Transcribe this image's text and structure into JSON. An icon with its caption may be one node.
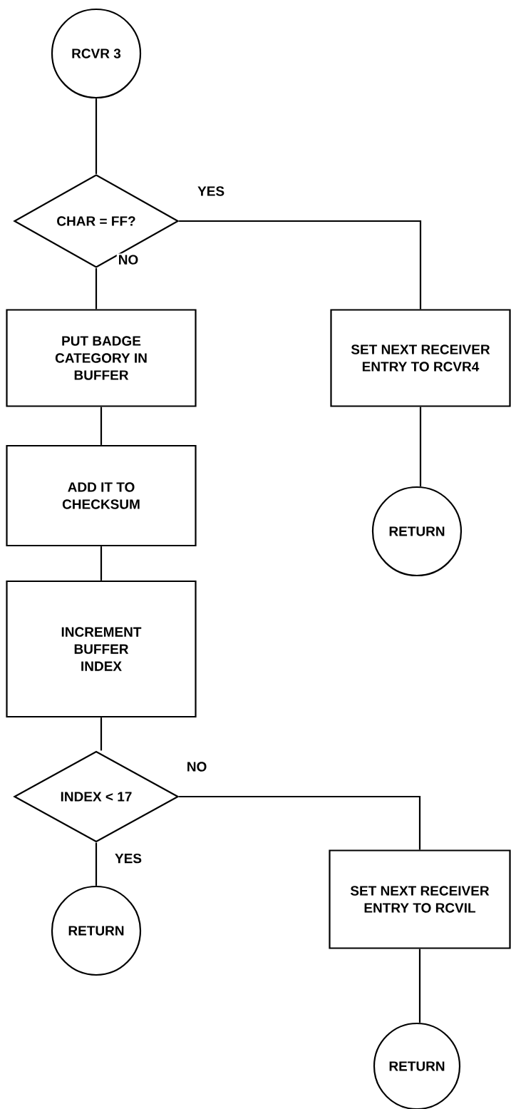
{
  "diagram": {
    "nodes": [
      {
        "text": [
          "RCVR 3"
        ]
      },
      {
        "text": [
          "CHAR = FF?"
        ]
      },
      {
        "text": [
          "PUT BADGE CATEGORY IN BUFFER"
        ]
      },
      {
        "text": [
          "SET NEXT RECEIVER ENTRY TO RCVR4"
        ]
      },
      {
        "text": [
          "RETURN"
        ]
      },
      {
        "text": [
          "ADD IT TO CHECKSUM"
        ]
      },
      {
        "text": [
          "INCREMENT BUFFER INDEX"
        ]
      },
      {
        "text": [
          "INDEX < 17"
        ]
      },
      {
        "text": [
          "RETURN"
        ]
      },
      {
        "text": [
          "SET NEXT RECEIVER ENTRY TO RCVIL"
        ]
      },
      {
        "text": [
          "RETURN"
        ]
      }
    ],
    "edges": [
      {
        "from": 0,
        "to": 1,
        "arrow": "none"
      },
      {
        "from": 1,
        "to": 3,
        "arrow": "none",
        "label": "YES"
      },
      {
        "from": 1,
        "to": 2,
        "arrow": "none",
        "label": "NO"
      },
      {
        "from": 3,
        "to": 4,
        "arrow": "none"
      },
      {
        "from": 2,
        "to": 5,
        "arrow": "none"
      },
      {
        "from": 5,
        "to": 6,
        "arrow": "none"
      },
      {
        "from": 6,
        "to": 7,
        "arrow": "none"
      },
      {
        "from": 7,
        "to": 9,
        "arrow": "none",
        "label": "NO"
      },
      {
        "from": 7,
        "to": 8,
        "arrow": "none",
        "label": "YES"
      },
      {
        "from": 9,
        "to": 10,
        "arrow": "none"
      }
    ]
  }
}
